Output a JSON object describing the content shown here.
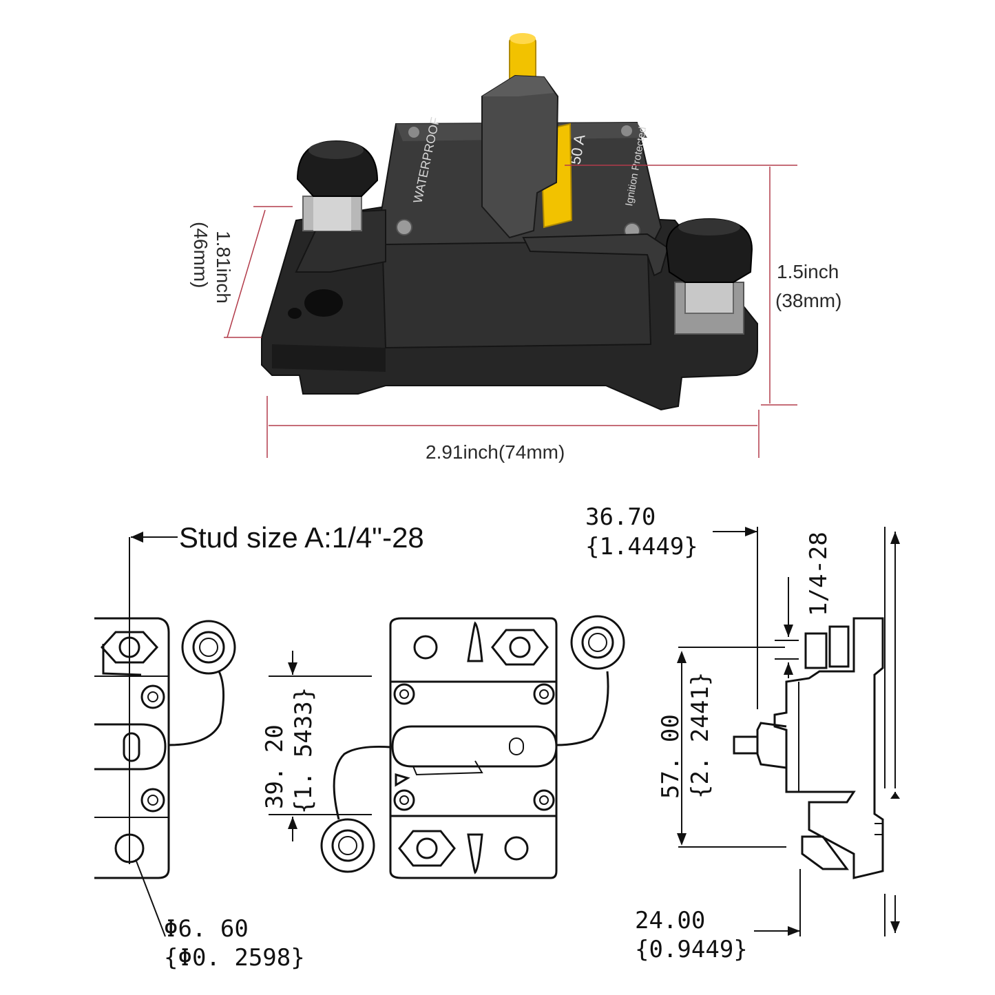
{
  "photo": {
    "body_text": "WATERPROOF",
    "rating_text": "50 A",
    "side_text": "Ignition Protected",
    "height_label_line1": "1.81inch",
    "height_label_line2": "(46mm)",
    "right_label_line1": "1.5inch",
    "right_label_line2": "(38mm)",
    "width_label": "2.91inch(74mm)",
    "colors": {
      "body": "#2b2b2b",
      "button": "#f2c200",
      "guide": "#b23b4a"
    }
  },
  "drawing": {
    "stud_size": "Stud size A:1/4\"-28",
    "hole_dia_mm": "Φ6. 60",
    "hole_dia_in": "{Φ0. 2598}",
    "center_mm": "39. 20",
    "center_in": "{1. 5433}",
    "depth_mm": "36.70",
    "depth_in": "{1.4449}",
    "thread": "1/4-28",
    "height_mm": "57. 00",
    "height_in": "{2. 2441}",
    "base_mm": "24.00",
    "base_in": "{0.9449}"
  }
}
